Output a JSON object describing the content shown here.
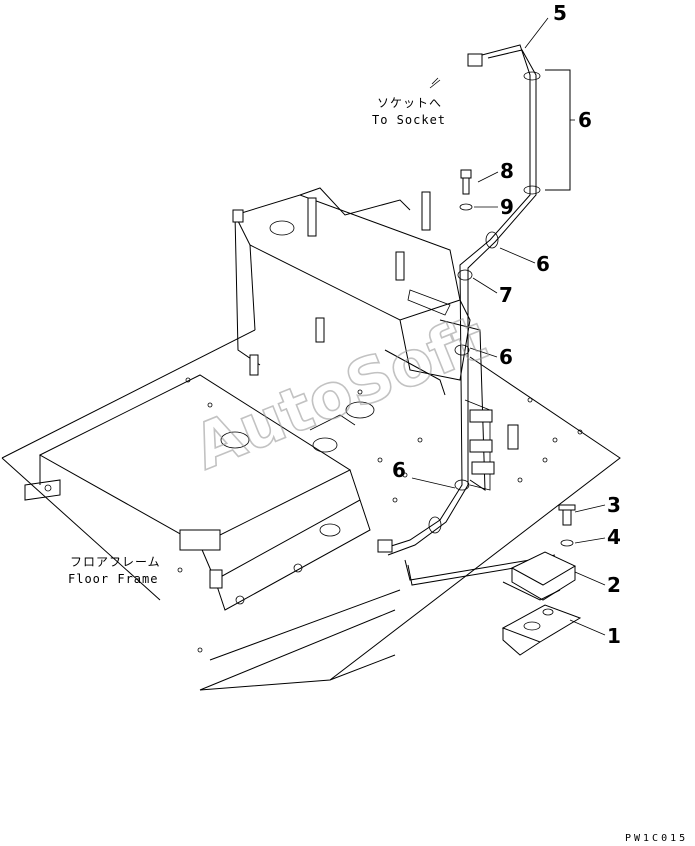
{
  "callouts": {
    "c1": "1",
    "c2": "2",
    "c3": "3",
    "c4": "4",
    "c5": "5",
    "c6a": "6",
    "c6b": "6",
    "c6c": "6",
    "c6d": "6",
    "c7": "7",
    "c8": "8",
    "c9": "9"
  },
  "labels": {
    "socket_jp": "ソケットへ",
    "socket_en": "To Socket",
    "floor_jp": "フロアフレーム",
    "floor_en": "Floor Frame"
  },
  "watermark": "AutoSoft",
  "drawing_code": "PW1C015"
}
